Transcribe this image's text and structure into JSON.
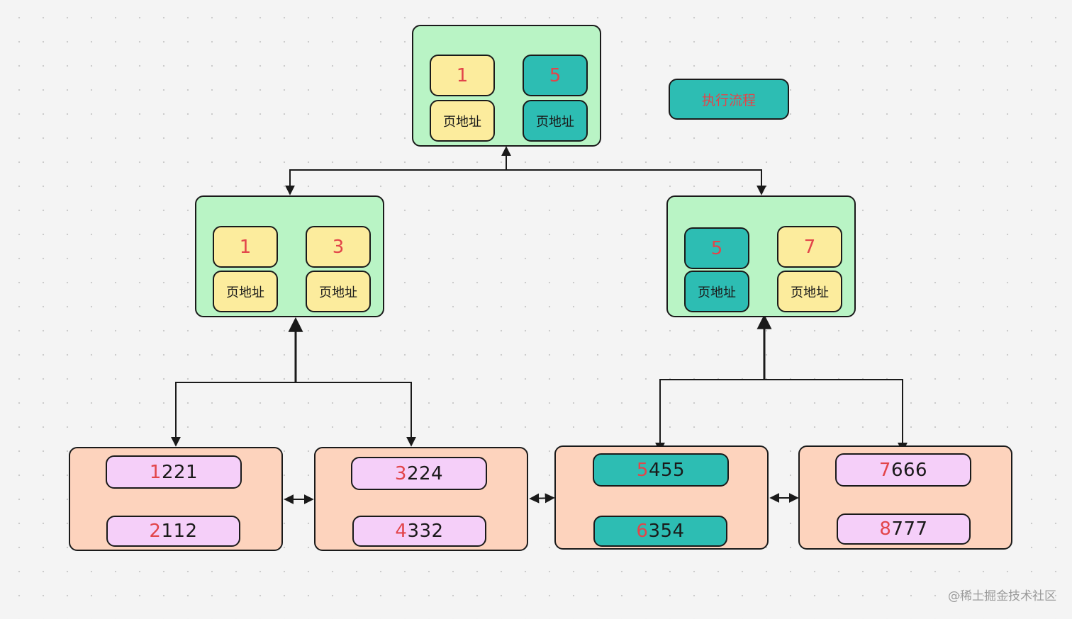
{
  "legend": {
    "label": "执行流程"
  },
  "root": {
    "entries": [
      {
        "key": "1",
        "addr": "页地址",
        "color": "yellow"
      },
      {
        "key": "5",
        "addr": "页地址",
        "color": "teal"
      }
    ]
  },
  "internal_left": {
    "entries": [
      {
        "key": "1",
        "addr": "页地址",
        "color": "yellow"
      },
      {
        "key": "3",
        "addr": "页地址",
        "color": "yellow"
      }
    ]
  },
  "internal_right": {
    "entries": [
      {
        "key": "5",
        "addr": "页地址",
        "color": "teal"
      },
      {
        "key": "7",
        "addr": "页地址",
        "color": "yellow"
      }
    ]
  },
  "leaves": [
    {
      "records": [
        {
          "lead": "1",
          "rest": "221"
        },
        {
          "lead": "2",
          "rest": "112"
        }
      ],
      "color": "pink"
    },
    {
      "records": [
        {
          "lead": "3",
          "rest": "224"
        },
        {
          "lead": "4",
          "rest": "332"
        }
      ],
      "color": "pink"
    },
    {
      "records": [
        {
          "lead": "5",
          "rest": "455"
        },
        {
          "lead": "6",
          "rest": "354"
        }
      ],
      "color": "teal"
    },
    {
      "records": [
        {
          "lead": "7",
          "rest": "666"
        },
        {
          "lead": "8",
          "rest": "777"
        }
      ],
      "color": "pink"
    }
  ],
  "watermark": "@稀土掘金技术社区",
  "colors": {
    "page_node": "#b9f4c5",
    "leaf_node": "#fdd3bd",
    "yellow_cell": "#fcec9d",
    "highlight_cell": "#2dbdb3",
    "record_cell": "#f5cff9",
    "key_text": "#e2454a"
  }
}
